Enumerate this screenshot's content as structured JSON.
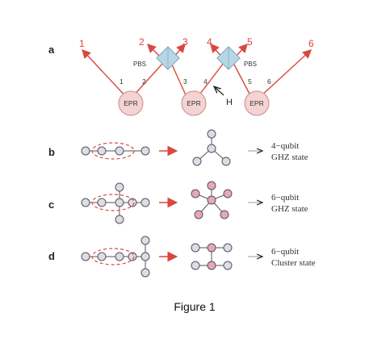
{
  "panels": {
    "a": "a",
    "b": "b",
    "c": "c",
    "d": "d"
  },
  "panel_a": {
    "output_ports": [
      "1",
      "2",
      "3",
      "4",
      "5",
      "6"
    ],
    "input_ports": [
      "1",
      "2",
      "3",
      "4",
      "5",
      "6"
    ],
    "pbs_label": "PBS",
    "epr_label": "EPR",
    "h_label": "H"
  },
  "states": {
    "b": {
      "line1": "4−qubit",
      "line2": "GHZ state"
    },
    "c": {
      "line1": "6−qubit",
      "line2": "GHZ state"
    },
    "d": {
      "line1": "6−qubit",
      "line2": "Cluster state"
    }
  },
  "caption": "Figure 1",
  "colors": {
    "red": "#d9473f",
    "node_fill": "#dcdde8",
    "node_stroke": "#555555",
    "pink_node": "#e8a4c0",
    "epr_fill": "#f3d3d3",
    "pbs_fill": "#b8d6e6"
  }
}
